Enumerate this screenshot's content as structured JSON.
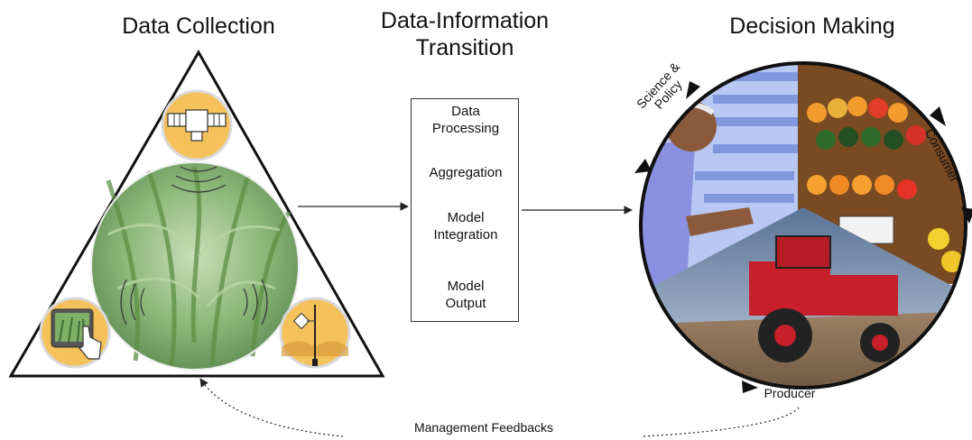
{
  "headings": {
    "collection": "Data Collection",
    "transition_line1": "Data-Information",
    "transition_line2": "Transition",
    "decision": "Decision Making"
  },
  "flow_steps": [
    {
      "line1": "Data",
      "line2": "Processing"
    },
    {
      "line1": "Aggregation",
      "line2": ""
    },
    {
      "line1": "Model",
      "line2": "Integration"
    },
    {
      "line1": "Model",
      "line2": "Output"
    }
  ],
  "wheel_labels": {
    "science_line1": "Science &",
    "science_line2": "Policy",
    "consumer": "Consumer",
    "producer": "Producer"
  },
  "feedback_label": "Management Feedbacks",
  "colors": {
    "icon_fill": "#f4c15a",
    "icon_stroke": "#d7d7d7",
    "crop_green": "#8db97a",
    "field_brown": "#a0856a",
    "tractor_red": "#c8202a",
    "sky_blue": "#8fa9c9",
    "screen_blue": "#b8c8f2"
  },
  "icons": [
    "satellite-icon",
    "touchscreen-plant-icon",
    "field-sensor-icon"
  ]
}
